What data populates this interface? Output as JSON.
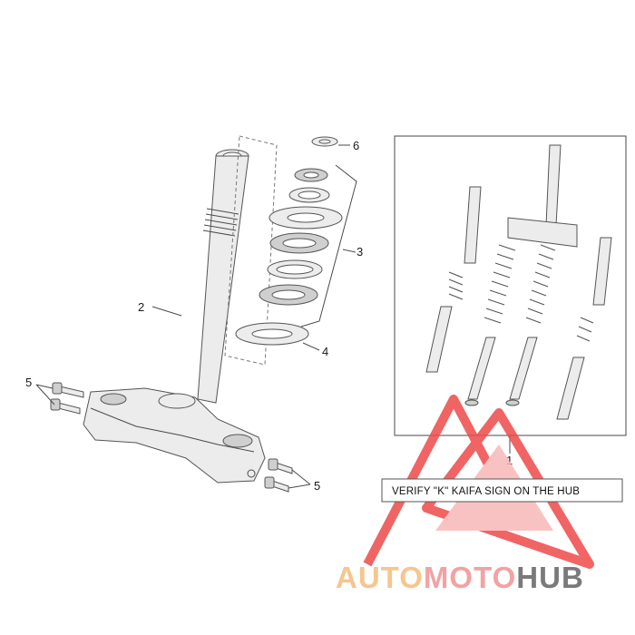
{
  "callouts": {
    "c1": "1",
    "c2": "2",
    "c3": "3",
    "c4": "4",
    "c5a": "5",
    "c5b": "5",
    "c6": "6"
  },
  "note": "VERIFY \"K\" KAIFA SIGN ON THE HUB",
  "watermark": {
    "word_1": "AUTO",
    "word_2": "MOTO",
    "word_3": "HUB",
    "colors": {
      "auto": "#f6c68e",
      "moto": "#f1a3a3",
      "hub": "#7a7a7a",
      "triangle": "#ee4a4a"
    }
  }
}
